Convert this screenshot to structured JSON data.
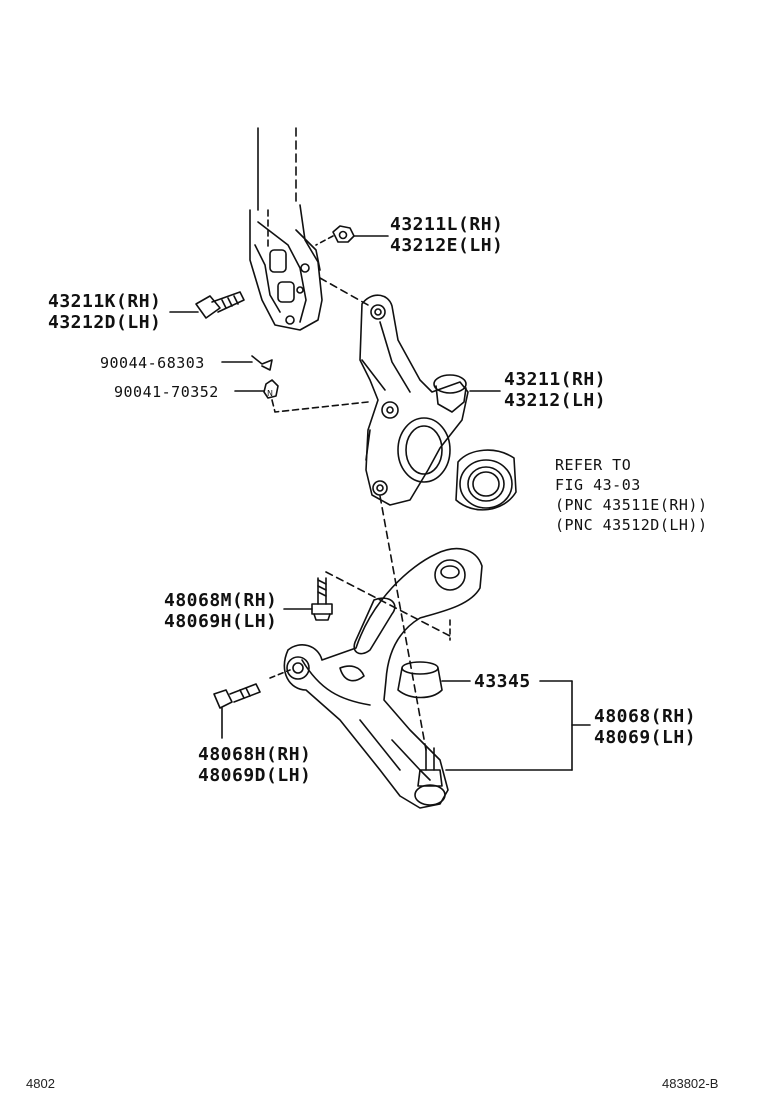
{
  "labels": {
    "nut_rh": "43211L(RH)",
    "nut_lh": "43212E(LH)",
    "bolt_rh": "43211K(RH)",
    "bolt_lh": "43212D(LH)",
    "clip_a": "90044-68303",
    "clip_b": "90041-70352",
    "knuckle_rh": "43211(RH)",
    "knuckle_lh": "43212(LH)",
    "refer_1": "REFER TO",
    "refer_2": "FIG 43-03",
    "refer_3": "(PNC 43511E(RH))",
    "refer_4": "(PNC 43512D(LH))",
    "arm_bolt_rh": "48068M(RH)",
    "arm_bolt_lh": "48069H(LH)",
    "ball_joint": "43345",
    "arm_rh": "48068(RH)",
    "arm_lh": "48069(LH)",
    "front_bolt_rh": "48068H(RH)",
    "front_bolt_lh": "48069D(LH)"
  },
  "footer": {
    "left": "4802",
    "right": "483802-B"
  }
}
